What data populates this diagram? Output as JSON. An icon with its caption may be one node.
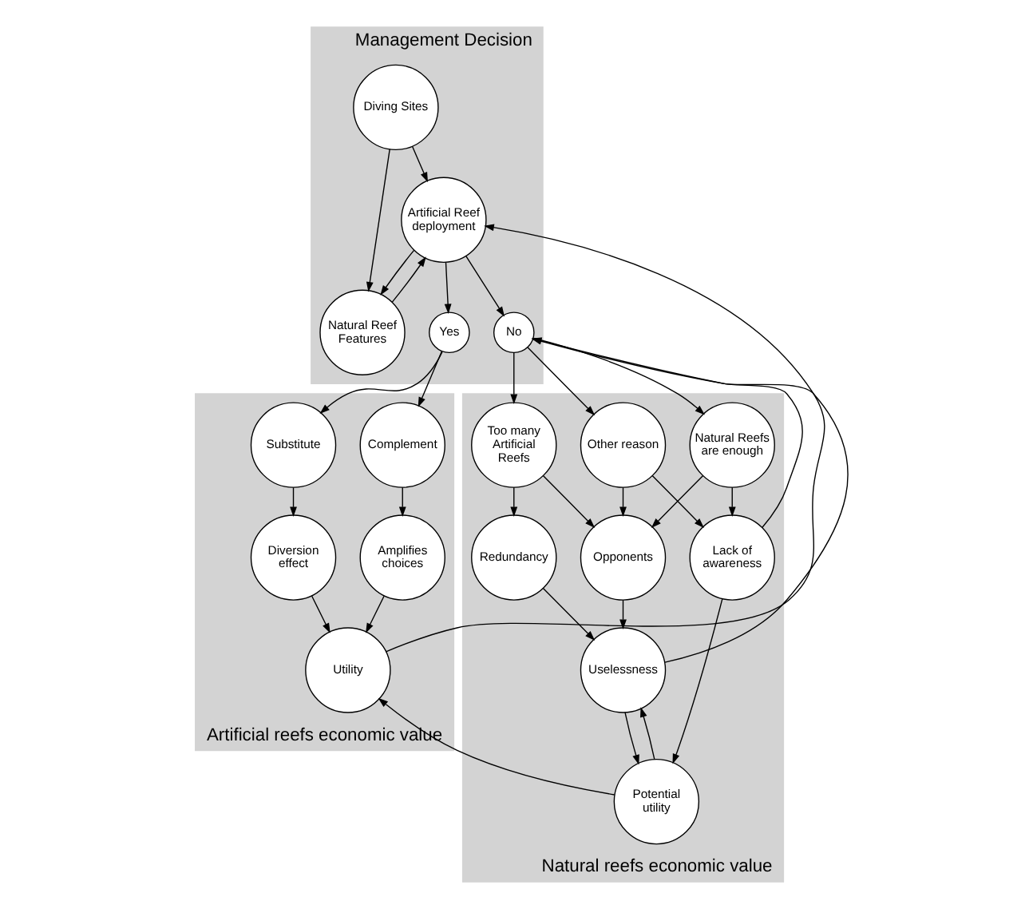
{
  "diagram": {
    "nodes": [
      {
        "text": [
          "Management Decision"
        ]
      },
      {
        "text": [
          "Diving Sites"
        ],
        "in": 0
      },
      {
        "text": [
          "Artificial Reef deployment"
        ],
        "in": 0
      },
      {
        "text": [
          "Natural Reef Features"
        ],
        "in": 0
      },
      {
        "text": [
          "Yes"
        ],
        "in": 0
      },
      {
        "text": [
          "No"
        ],
        "in": 0
      },
      {
        "text": [
          "Artificial reefs economic value"
        ]
      },
      {
        "text": [
          "Complement"
        ],
        "in": 6
      },
      {
        "text": [
          "Substitute"
        ],
        "in": 6
      },
      {
        "text": [
          "Amplifies choices"
        ],
        "in": 6
      },
      {
        "text": [
          "Diversion effect"
        ],
        "in": 6
      },
      {
        "text": [
          "Utility"
        ],
        "in": 6
      },
      {
        "text": [
          "Natural reefs economic value"
        ]
      },
      {
        "text": [
          "Too many Artificial Reefs"
        ],
        "in": 12
      },
      {
        "text": [
          "Natural Reefs are enough"
        ],
        "in": 12
      },
      {
        "text": [
          "Other reason"
        ],
        "in": 12
      },
      {
        "text": [
          "Redundancy"
        ],
        "in": 12
      },
      {
        "text": [
          "Opponents"
        ],
        "in": 12
      },
      {
        "text": [
          "Lack of awareness"
        ],
        "in": 12
      },
      {
        "text": [
          "Uselessness"
        ],
        "in": 12
      },
      {
        "text": [
          "Potential utility"
        ],
        "in": 12
      }
    ],
    "edges": [
      {
        "from": 1,
        "to": 2,
        "arrow": "to"
      },
      {
        "from": 1,
        "to": 3,
        "arrow": "to"
      },
      {
        "from": 3,
        "to": 2,
        "arrow": "to"
      },
      {
        "from": 2,
        "to": 3,
        "arrow": "to"
      },
      {
        "from": 2,
        "to": 4,
        "arrow": "to"
      },
      {
        "from": 2,
        "to": 5,
        "arrow": "to"
      },
      {
        "from": 4,
        "to": 7,
        "arrow": "to"
      },
      {
        "from": 4,
        "to": 8,
        "arrow": "to"
      },
      {
        "from": 7,
        "to": 9,
        "arrow": "to"
      },
      {
        "from": 8,
        "to": 10,
        "arrow": "to"
      },
      {
        "from": 9,
        "to": 11,
        "arrow": "to"
      },
      {
        "from": 10,
        "to": 11,
        "arrow": "to"
      },
      {
        "from": 11,
        "to": 2,
        "arrow": "to"
      },
      {
        "from": 5,
        "to": 13,
        "arrow": "to"
      },
      {
        "from": 5,
        "to": 14,
        "arrow": "to"
      },
      {
        "from": 5,
        "to": 15,
        "arrow": "to"
      },
      {
        "from": 13,
        "to": 16,
        "arrow": "to"
      },
      {
        "from": 13,
        "to": 17,
        "arrow": "to"
      },
      {
        "from": 14,
        "to": 17,
        "arrow": "to"
      },
      {
        "from": 14,
        "to": 18,
        "arrow": "to"
      },
      {
        "from": 15,
        "to": 17,
        "arrow": "to"
      },
      {
        "from": 15,
        "to": 18,
        "arrow": "to"
      },
      {
        "from": 16,
        "to": 19,
        "arrow": "to"
      },
      {
        "from": 17,
        "to": 19,
        "arrow": "to"
      },
      {
        "from": 18,
        "to": 20,
        "arrow": "to"
      },
      {
        "from": 20,
        "to": 19,
        "arrow": "to"
      },
      {
        "from": 19,
        "to": 20,
        "arrow": "to"
      },
      {
        "from": 19,
        "to": 5,
        "arrow": "to"
      },
      {
        "from": 18,
        "to": 5,
        "arrow": "to"
      },
      {
        "from": 20,
        "to": 11,
        "arrow": "to"
      }
    ]
  }
}
